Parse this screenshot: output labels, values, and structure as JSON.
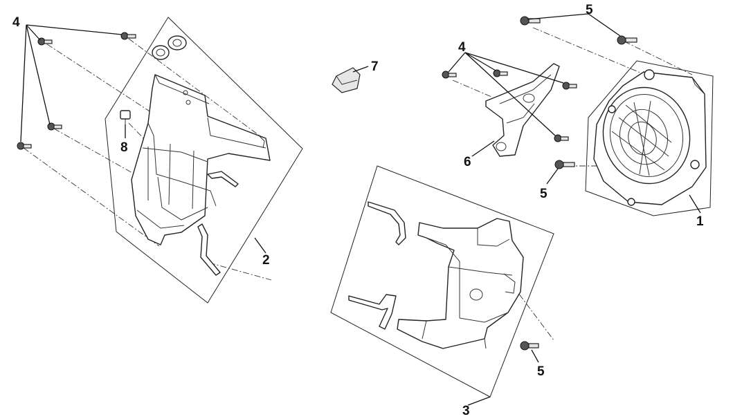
{
  "callouts": {
    "c1": "1",
    "c2": "2",
    "c3": "3",
    "c4a": "4",
    "c4b": "4",
    "c5a": "5",
    "c5b": "5",
    "c5c": "5",
    "c6": "6",
    "c7": "7",
    "c8": "8"
  }
}
